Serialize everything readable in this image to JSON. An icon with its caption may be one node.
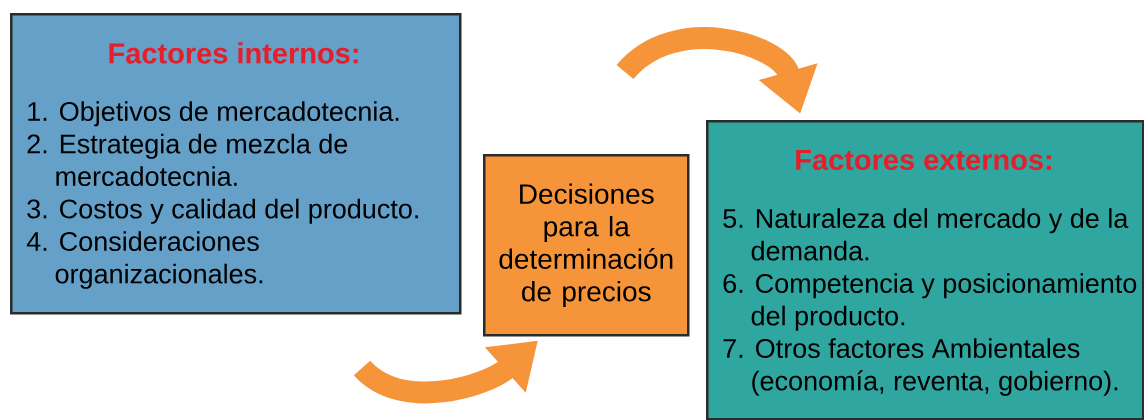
{
  "diagram": {
    "nodes": [
      {
        "text": [
          "Factores internos:",
          "1. Objetivos de mercadotecnia.",
          "2. Estrategia de mezcla de mercadotecnia.",
          "3. Costos y calidad del producto.",
          "4. Consideraciones organizacionales."
        ]
      },
      {
        "text": [
          "Decisiones para la determinación de precios"
        ]
      },
      {
        "text": [
          "Factores externos:",
          "5. Naturaleza del mercado y de la demanda.",
          "6. Competencia y posicionamiento del producto.",
          "7. Otros factores Ambientales (economía, reventa, gobierno)."
        ]
      }
    ],
    "edges": [
      {
        "from": null,
        "to": 1,
        "arrow": "to"
      },
      {
        "from": null,
        "to": 2,
        "arrow": "to"
      }
    ]
  }
}
